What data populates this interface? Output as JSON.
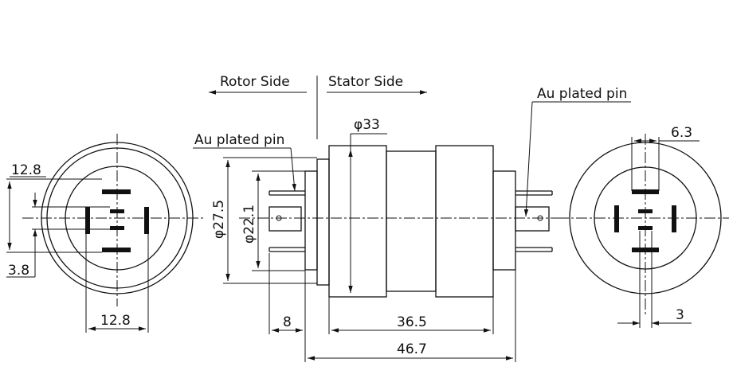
{
  "labels": {
    "rotor_side": "Rotor Side",
    "stator_side": "Stator Side",
    "au_pin_left": "Au plated pin",
    "au_pin_right": "Au plated pin"
  },
  "dimensions": {
    "d33": "φ33",
    "d27_5": "φ27.5",
    "d22_1": "φ22.1",
    "left_12_8_top": "12.8",
    "left_3_8": "3.8",
    "left_12_8_bottom": "12.8",
    "len_8": "8",
    "len_36_5": "36.5",
    "len_46_7": "46.7",
    "right_6_3": "6.3",
    "right_3": "3"
  }
}
